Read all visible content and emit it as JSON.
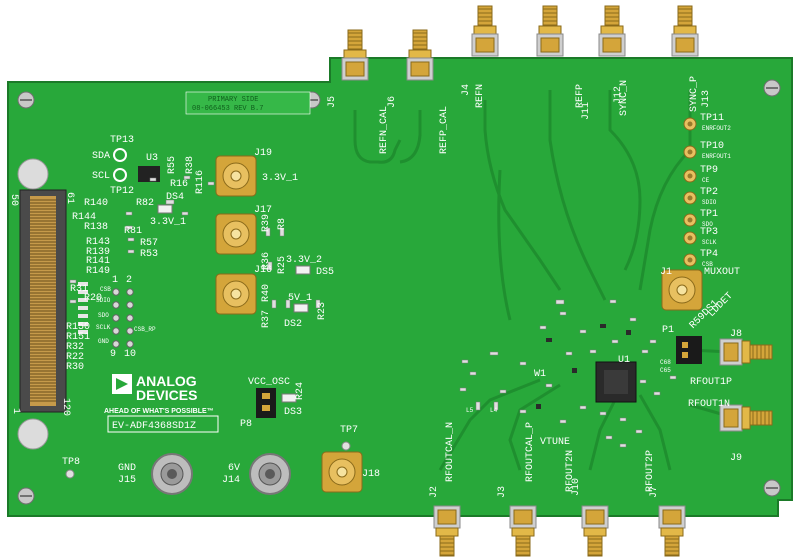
{
  "board": {
    "product_id": "EV-ADF4368SD1Z",
    "primary_side": "PRIMARY SIDE",
    "board_rev": "08-066453 REV B.7",
    "logo_line1": "ANALOG",
    "logo_line2": "DEVICES",
    "slogan": "AHEAD OF WHAT'S POSSIBLE™",
    "colors": {
      "pcb": "#28a83a",
      "trace": "#1f8f2f",
      "gold": "#d4a53a",
      "silkscreen": "#ffffff"
    }
  },
  "connectors": {
    "j5": "J5",
    "j5_sig": "REFN_CAL",
    "j6": "J6",
    "j6_sig": "REFP_CAL",
    "j4": "J4",
    "j4_sig": "REFN",
    "j11": "J11",
    "j11_sig": "REFP",
    "j12": "J12",
    "j12_sig": "SYNC_N",
    "j13": "J13",
    "j13_sig": "SYNC_P",
    "j19": "J19",
    "j19_sig": "3.3V_1",
    "j17": "J17",
    "j16": "J16",
    "j1": "J1",
    "j1_sig": "MUXOUT",
    "j8": "J8",
    "j8_sig": "RFOUT1P",
    "j9": "J9",
    "j9_sig": "RFOUT1N",
    "j2": "J2",
    "j2_sig": "RFOUTCAL_N",
    "j3": "J3",
    "j3_sig": "RFOUTCAL_P",
    "j10": "J10",
    "j10_sig": "RFOUT2N",
    "j7": "J7",
    "j7_sig": "RFOUT2P",
    "j18": "J18",
    "j15": "J15",
    "j15_sig": "GND",
    "j14": "J14",
    "j14_sig": "6V"
  },
  "testpoints": [
    "TP11",
    "TP10",
    "TP9",
    "TP2",
    "TP1",
    "TP3",
    "TP4"
  ],
  "testpoint_sigs": [
    "ENRFOUT2",
    "ENRFOUT1",
    "CE",
    "SDIO",
    "SDO",
    "SCLK",
    "CSB"
  ],
  "labels": {
    "tp13": "TP13",
    "tp12": "TP12",
    "sda": "SDA",
    "scl": "SCL",
    "u3": "U3",
    "r55": "R55",
    "r38": "R38",
    "r16": "R16",
    "r116": "R116",
    "r82": "R82",
    "ds4": "DS4",
    "ds4_v": "3.3V_1",
    "r140": "R140",
    "r144": "R144",
    "r138": "R138",
    "r81": "R81",
    "r143": "R143",
    "r57": "R57",
    "r139": "R139",
    "r53": "R53",
    "r141": "R141",
    "r149": "R149",
    "r31": "R31",
    "r20": "R20",
    "r150": "R150",
    "r151": "R151",
    "r32": "R32",
    "r22": "R22",
    "r30": "R30",
    "r39": "R39",
    "r8": "R8",
    "r36": "R36",
    "r25": "R25",
    "r40": "R40",
    "r37": "R37",
    "r23": "R23",
    "ds5": "DS5",
    "ds5_v": "3.3V_2",
    "ds2": "DS2",
    "ds2_v": "5V_1",
    "hdr_1": "1",
    "hdr_2": "2",
    "hdr_9": "9",
    "hdr_10": "10",
    "csb": "CSB",
    "sdio": "SDIO",
    "sdo": "SDO",
    "sclk": "SCLK",
    "gnd": "GND",
    "csb_rp": "CSB_RP",
    "conn_50": "50",
    "conn_61": "61",
    "conn_1": "1",
    "conn_120": "120",
    "vcc_osc": "VCC_OSC",
    "ds3": "DS3",
    "r24": "R24",
    "p8": "P8",
    "tp7": "TP7",
    "tp8": "TP8",
    "u1": "U1",
    "p1": "P1",
    "vtune": "VTUNE",
    "lddet": "LDDET",
    "r59ds1": "R59DS1",
    "l5": "L5",
    "l4": "L4",
    "c65": "C65",
    "c68": "C68",
    "w1": "W1"
  }
}
